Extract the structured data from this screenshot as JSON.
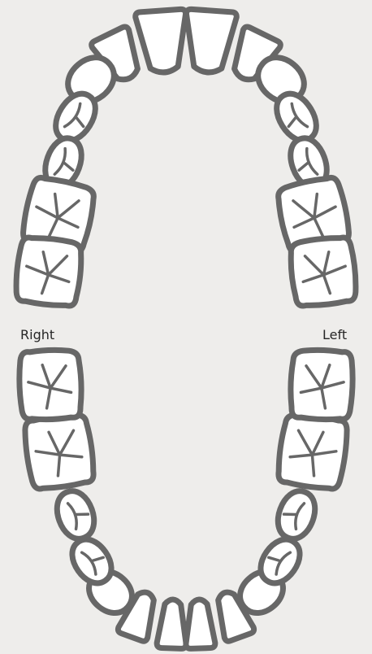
{
  "labels": {
    "right": "Right",
    "left": "Left"
  },
  "colors": {
    "background": "#eeedeb",
    "tooth_fill": "#ffffff",
    "tooth_outline": "#676767",
    "label_text": "#262626"
  },
  "arches": [
    {
      "name": "upper",
      "teeth": [
        "central-incisor-right",
        "central-incisor-left",
        "lateral-incisor-right",
        "lateral-incisor-left",
        "canine-right",
        "canine-left",
        "first-premolar-right",
        "first-premolar-left",
        "second-premolar-right",
        "second-premolar-left",
        "first-molar-right",
        "first-molar-left",
        "second-molar-right",
        "second-molar-left"
      ]
    },
    {
      "name": "lower",
      "teeth": [
        "central-incisor-right",
        "central-incisor-left",
        "lateral-incisor-right",
        "lateral-incisor-left",
        "canine-right",
        "canine-left",
        "first-premolar-right",
        "first-premolar-left",
        "second-premolar-right",
        "second-premolar-left",
        "first-molar-right",
        "first-molar-left",
        "second-molar-right",
        "second-molar-left"
      ]
    }
  ]
}
